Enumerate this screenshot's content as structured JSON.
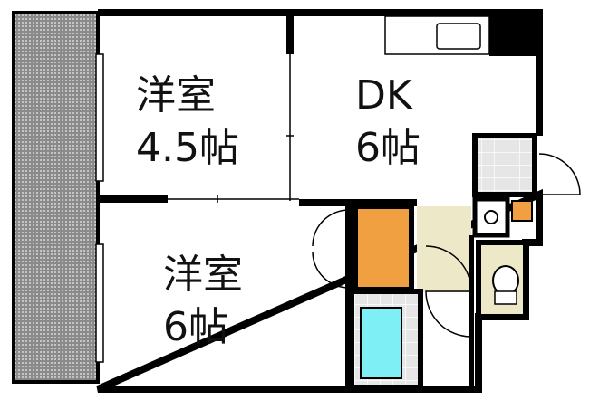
{
  "floorplan": {
    "rooms": [
      {
        "name": "洋室",
        "size": "4.5帖"
      },
      {
        "name": "DK",
        "size": "6帖"
      },
      {
        "name": "洋室",
        "size": "6帖"
      }
    ],
    "colors": {
      "closet": "#f0a040",
      "bath": "#7ef0f5",
      "washroom": "#ece8c8",
      "balcony": "#9a9a9a",
      "wall": "#000000"
    }
  }
}
